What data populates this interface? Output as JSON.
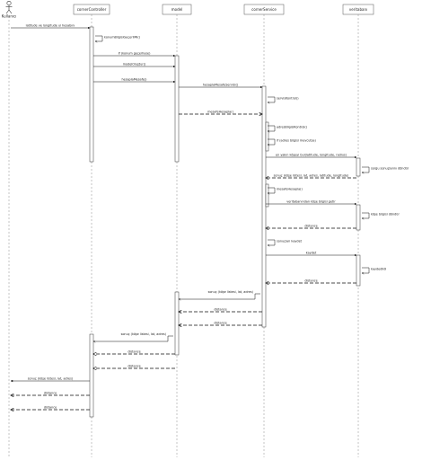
{
  "lifelines": [
    {
      "id": "user",
      "label": "Kullanıcı",
      "actor": true
    },
    {
      "id": "controller",
      "label": "cornerController"
    },
    {
      "id": "model",
      "label": "model"
    },
    {
      "id": "service",
      "label": "cornerService"
    },
    {
      "id": "db",
      "label": "veritabanı"
    }
  ],
  "messages": [
    {
      "from": "user",
      "to": "controller",
      "label": "latitude ve longitude ui hesabını",
      "style": "solid"
    },
    {
      "from": "controller",
      "to": "controller",
      "label": "konumBilgisiGeçerliMi()",
      "style": "self"
    },
    {
      "from": "controller",
      "to": "model",
      "label": "if (konum geçerliyse)",
      "style": "solid"
    },
    {
      "from": "controller",
      "to": "model",
      "label": "modelOluştur()",
      "style": "solid"
    },
    {
      "from": "controller",
      "to": "model",
      "label": "hesaplaMesafe()",
      "style": "solid"
    },
    {
      "from": "model",
      "to": "service",
      "label": "hesaplaMesafeServisi()",
      "style": "solid"
    },
    {
      "from": "service",
      "to": "service",
      "label": "servisKontrol()",
      "style": "self"
    },
    {
      "from": "model",
      "to": "service",
      "label": "mesafeHesapla()",
      "style": "dashed"
    },
    {
      "from": "service",
      "to": "service",
      "label": "adresBilgisiKontrol()",
      "style": "self"
    },
    {
      "from": "service",
      "to": "service",
      "label": "if (adres bilgisi mevcutsa)",
      "style": "self"
    },
    {
      "from": "service",
      "to": "db",
      "label": "en yakın köşeyi bul(latitude, longitude, radius)",
      "style": "solid"
    },
    {
      "from": "db",
      "to": "db",
      "label": "sorgu sonuçlarını döndür",
      "style": "self"
    },
    {
      "from": "db",
      "to": "service",
      "label": "sonuç (köşe listesi, lat, adres, latitude, longitude)",
      "style": "dashed"
    },
    {
      "from": "service",
      "to": "service",
      "label": "mesafeHesapla()",
      "style": "self"
    },
    {
      "from": "service",
      "to": "db",
      "label": "veritabanından köşe bilgisi getir",
      "style": "solid"
    },
    {
      "from": "db",
      "to": "db",
      "label": "köşe bilgisi döndür",
      "style": "self"
    },
    {
      "from": "db",
      "to": "service",
      "label": "distance",
      "style": "dashed"
    },
    {
      "from": "service",
      "to": "service",
      "label": "sonuçları kaydet",
      "style": "self"
    },
    {
      "from": "service",
      "to": "db",
      "label": "kaydet",
      "style": "solid"
    },
    {
      "from": "db",
      "to": "db",
      "label": "kaydedildi",
      "style": "self"
    },
    {
      "from": "db",
      "to": "service",
      "label": "distance",
      "style": "dashed"
    },
    {
      "from": "service",
      "to": "model",
      "label": "sonuç (köşe listesi, lat, adres)",
      "style": "self-left"
    },
    {
      "from": "service",
      "to": "model",
      "label": "distance",
      "style": "dashed"
    },
    {
      "from": "service",
      "to": "model",
      "label": "distance",
      "style": "dashed"
    },
    {
      "from": "model",
      "to": "controller",
      "label": "sonuç (köşe listesi, lat, adres)",
      "style": "self-left"
    },
    {
      "from": "model",
      "to": "controller",
      "label": "distance",
      "style": "dashed"
    },
    {
      "from": "model",
      "to": "controller",
      "label": "distance",
      "style": "dashed"
    },
    {
      "from": "controller",
      "to": "user",
      "label": "sonuç (köşe listesi, lat, adres)",
      "style": "solid"
    },
    {
      "from": "controller",
      "to": "user",
      "label": "distance",
      "style": "dashed"
    },
    {
      "from": "controller",
      "to": "user",
      "label": "distance",
      "style": "dashed"
    }
  ]
}
